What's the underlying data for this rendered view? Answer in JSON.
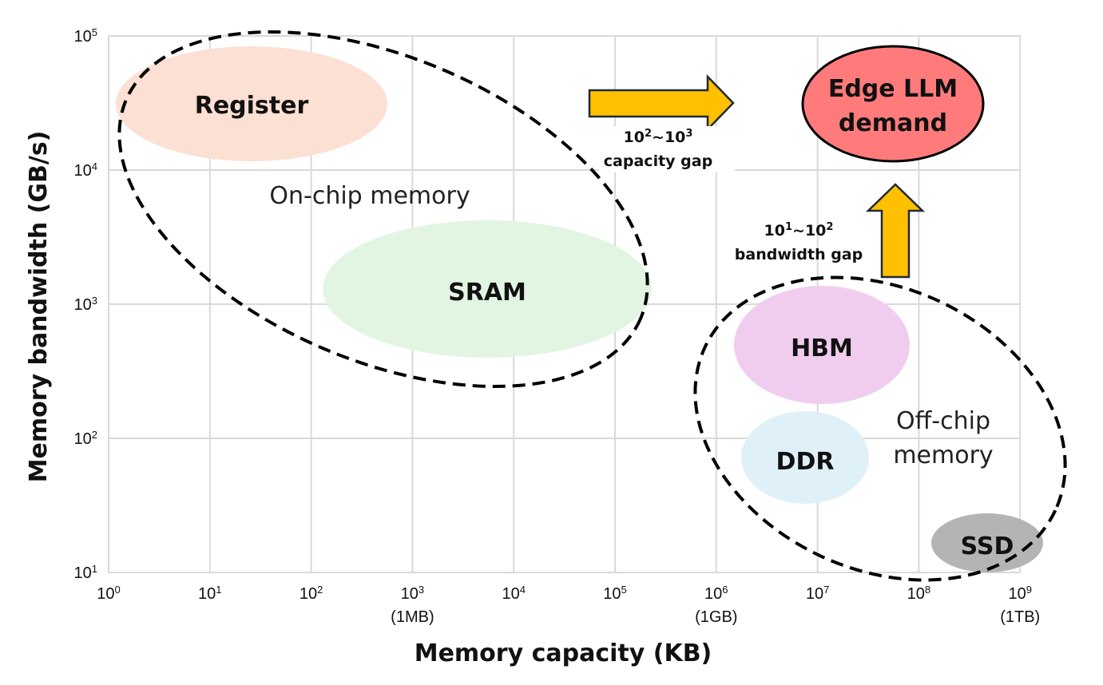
{
  "x_axis": {
    "title": "Memory capacity (KB)",
    "ticks": [
      {
        "base": "10",
        "exp": "0",
        "note": ""
      },
      {
        "base": "10",
        "exp": "1",
        "note": ""
      },
      {
        "base": "10",
        "exp": "2",
        "note": ""
      },
      {
        "base": "10",
        "exp": "3",
        "note": "(1MB)"
      },
      {
        "base": "10",
        "exp": "4",
        "note": ""
      },
      {
        "base": "10",
        "exp": "5",
        "note": ""
      },
      {
        "base": "10",
        "exp": "6",
        "note": "(1GB)"
      },
      {
        "base": "10",
        "exp": "7",
        "note": ""
      },
      {
        "base": "10",
        "exp": "8",
        "note": ""
      },
      {
        "base": "10",
        "exp": "9",
        "note": "(1TB)"
      }
    ]
  },
  "y_axis": {
    "title": "Memory bandwidth (GB/s)",
    "ticks": [
      {
        "base": "10",
        "exp": "1"
      },
      {
        "base": "10",
        "exp": "2"
      },
      {
        "base": "10",
        "exp": "3"
      },
      {
        "base": "10",
        "exp": "4"
      },
      {
        "base": "10",
        "exp": "5"
      }
    ]
  },
  "regions": [
    {
      "key": "register",
      "label": "Register",
      "color": "#fbe0d3"
    },
    {
      "key": "sram",
      "label": "SRAM",
      "color": "#e2f5e2"
    },
    {
      "key": "hbm",
      "label": "HBM",
      "color": "#f0cdee"
    },
    {
      "key": "ddr",
      "label": "DDR",
      "color": "#dff0f8"
    },
    {
      "key": "ssd",
      "label": "SSD",
      "color": "#b4b4b4"
    }
  ],
  "groups": {
    "on_chip": {
      "label": "On-chip memory"
    },
    "off_chip": {
      "label_line1": "Off-chip",
      "label_line2": "memory"
    }
  },
  "demand": {
    "line1": "Edge LLM",
    "line2": "demand",
    "fill_color": "#ff7b7b",
    "stroke_color": "#000000"
  },
  "gaps": {
    "capacity": {
      "base1": "10",
      "exp1": "2",
      "base2": "10",
      "exp2": "3",
      "sep": "~",
      "label": "capacity gap"
    },
    "bandwidth": {
      "base1": "10",
      "exp1": "1",
      "base2": "10",
      "exp2": "2",
      "sep": "~",
      "label": "bandwidth gap"
    },
    "arrow_fill": "#ffc000",
    "arrow_stroke": "#1f2a36"
  }
}
